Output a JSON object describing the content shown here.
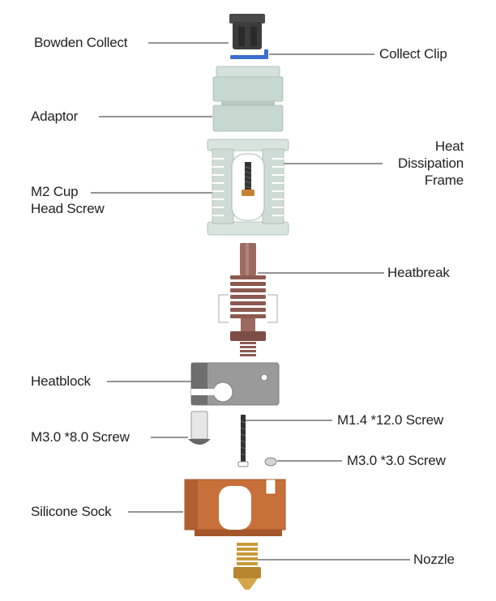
{
  "diagram": {
    "labels": {
      "bowden_collect": "Bowden Collect",
      "collect_clip": "Collect Clip",
      "adaptor": "Adaptor",
      "heat_dissipation_frame": [
        "Heat",
        "Dissipation",
        "Frame"
      ],
      "m2_cup_head_screw": [
        "M2 Cup",
        "Head Screw"
      ],
      "heatbreak": "Heatbreak",
      "heatblock": "Heatblock",
      "m14_screw": "M1.4 *12.0 Screw",
      "m30_8_screw": "M3.0 *8.0 Screw",
      "m30_3_screw": "M3.0 *3.0 Screw",
      "silicone_sock": "Silicone Sock",
      "nozzle": "Nozzle"
    },
    "colors": {
      "line": "#555555",
      "text": "#222222",
      "frame": "#cfdcd6",
      "adaptor": "#c6d8cf",
      "collet": "#3c3c3c",
      "clip": "#3b6fd0",
      "copper": "#8c5a50",
      "heatblock": "#9a9a9a",
      "sock": "#c8703a",
      "brass": "#c99a3a",
      "screw": "#3a3a3a"
    }
  }
}
